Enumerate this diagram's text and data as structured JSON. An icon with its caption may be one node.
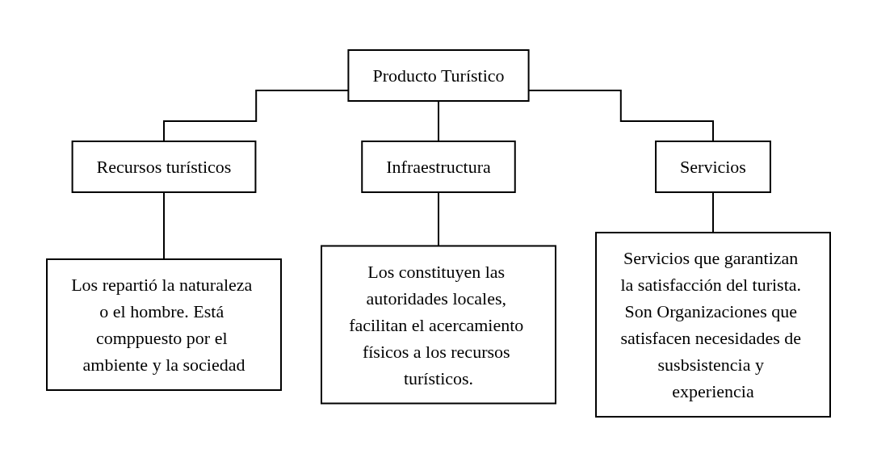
{
  "diagram": {
    "nodes": [
      {
        "text": [
          "Producto Turístico"
        ]
      },
      {
        "text": [
          "Recursos turísticos"
        ]
      },
      {
        "text": [
          "Infraestructura"
        ]
      },
      {
        "text": [
          "Servicios"
        ]
      },
      {
        "text": [
          "Los repartió la naturaleza o el hombre. Está comppuesto por el ambiente y la sociedad"
        ]
      },
      {
        "text": [
          "Los constituyen las autoridades locales, facilitan el acercamiento físicos a los recursos turísticos."
        ]
      },
      {
        "text": [
          "Servicios que garantizan la satisfacción del turista. Son Organizaciones que satisfacen necesidades de susbsistencia y experiencia"
        ]
      }
    ],
    "edges": [
      {
        "from": 0,
        "to": 1,
        "arrow": "none"
      },
      {
        "from": 0,
        "to": 2,
        "arrow": "none"
      },
      {
        "from": 0,
        "to": 3,
        "arrow": "none"
      },
      {
        "from": 1,
        "to": 4,
        "arrow": "none"
      },
      {
        "from": 2,
        "to": 5,
        "arrow": "none"
      },
      {
        "from": 3,
        "to": 6,
        "arrow": "none"
      }
    ]
  }
}
